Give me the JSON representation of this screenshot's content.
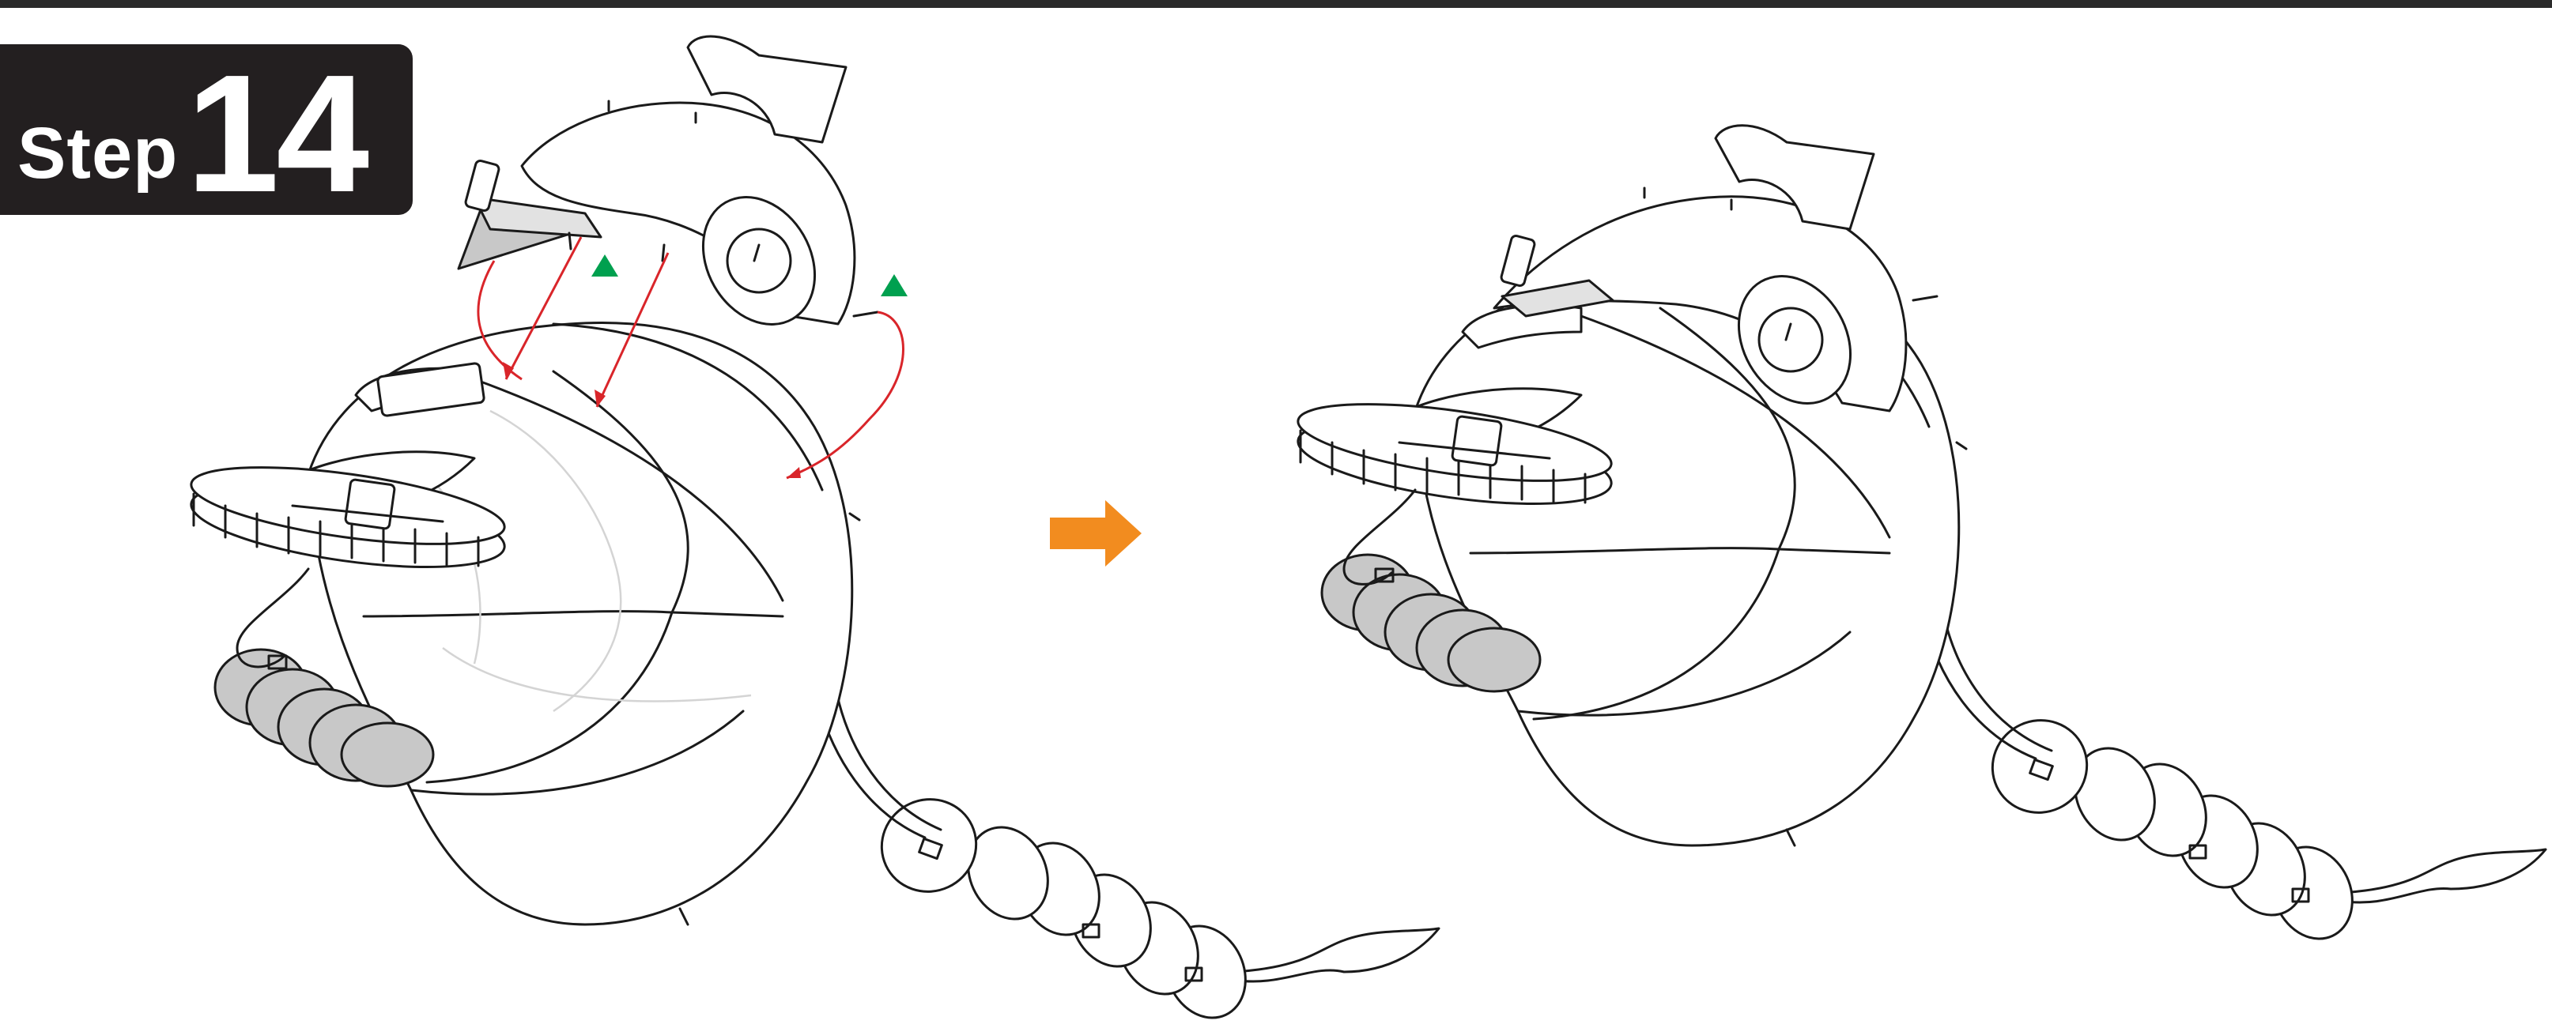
{
  "step": {
    "word": "Step",
    "number": "14"
  },
  "colors": {
    "badge_background": "#231f20",
    "badge_text": "#ffffff",
    "arrow_red": "#d9252a",
    "marker_green": "#00a04f",
    "next_arrow_orange": "#f28c1f"
  },
  "icons": {
    "insertion_marker": "green-triangle",
    "result_arrow": "orange-right-arrow"
  }
}
